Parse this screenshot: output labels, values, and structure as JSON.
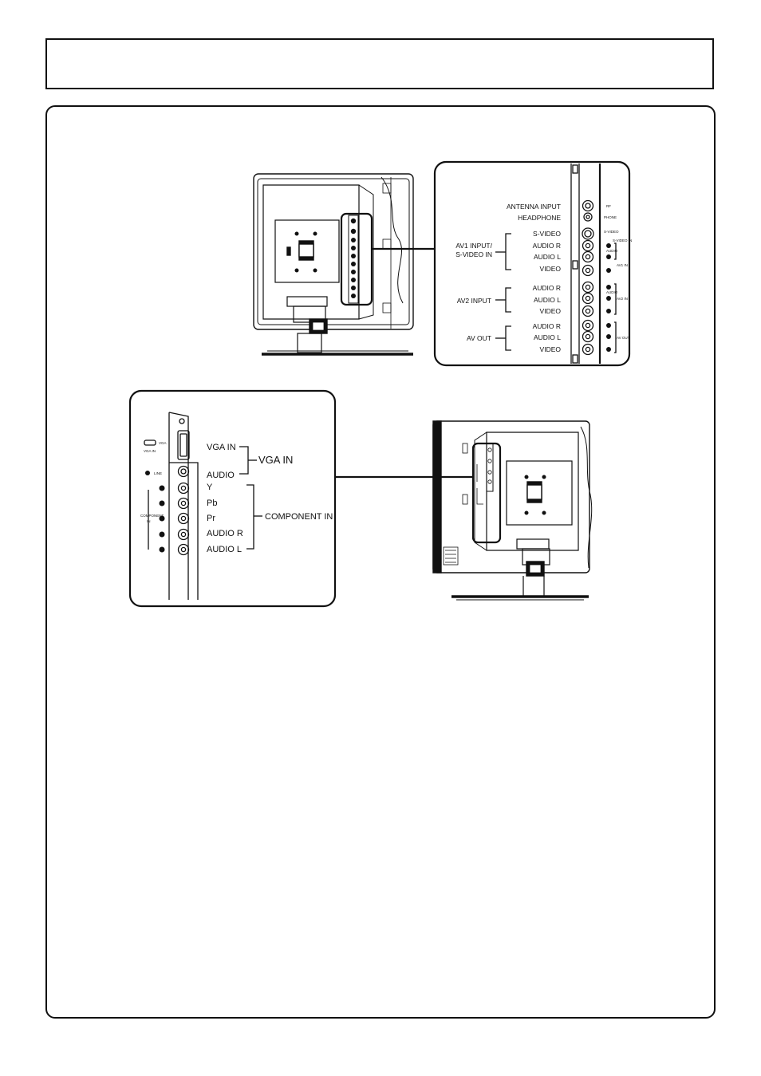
{
  "title": "",
  "rear_panel": {
    "antenna": "ANTENNA INPUT",
    "headphone": "HEADPHONE",
    "av1_group": [
      "AV1 INPUT/",
      "S-VIDEO IN"
    ],
    "av1_items": [
      "S-VIDEO",
      "AUDIO R",
      "AUDIO L",
      "VIDEO"
    ],
    "av2_group": "AV2 INPUT",
    "av2_items": [
      "AUDIO R",
      "AUDIO L",
      "VIDEO"
    ],
    "avout_group": "AV OUT",
    "avout_items": [
      "AUDIO R",
      "AUDIO L",
      "VIDEO"
    ],
    "jack_labels": {
      "rf": "RF",
      "phone": "PHONE",
      "svideo": "S-VIDEO",
      "svideo_in": "S-VIDEO IN",
      "audio": "AUDIO",
      "av1_in": "AV1 IN",
      "av2_in": "AV2 IN",
      "av_out": "AV OUT"
    }
  },
  "side_panel": {
    "vga_in": "VGA IN",
    "audio": "AUDIO",
    "vga_group": "VGA IN",
    "component_items": [
      "Y",
      "Pb",
      "Pr",
      "AUDIO R",
      "AUDIO L"
    ],
    "component_group": "COMPONENT IN",
    "jack_labels": {
      "vga": "VGA",
      "vga_in": "VGA IN",
      "line": "LINE",
      "component": "COMPONENT",
      "in": "IN"
    }
  }
}
